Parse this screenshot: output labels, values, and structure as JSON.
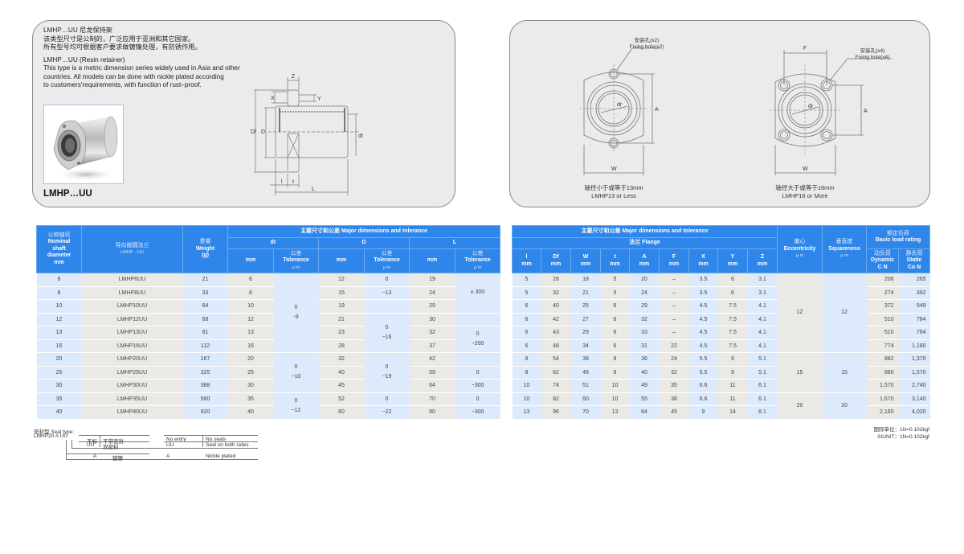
{
  "intro": {
    "cn_title": "LMHP…UU 尼龙保持架",
    "cn_line1": "该类型尺寸是公制的，广泛应用于亚洲和其它国家。",
    "cn_line2": "所有型号均可根据客户要求做镀镍处理，有防锈作用。",
    "en_title": "LMHP…UU (Resin retainer)",
    "en_line1": "This type is a metric dimension series widely used in Asia and other",
    "en_line2": "countries. All models can be done with nickle plated according",
    "en_line3": "to customers'requirements, with function of rust–proof."
  },
  "product_label": "LMHP…UU",
  "side_drawing": {
    "labels": {
      "z": "Z",
      "x": "X",
      "y": "Y",
      "df": "Df",
      "d": "D",
      "dr": "dr",
      "l_small": "l",
      "t": "t",
      "L": "L"
    }
  },
  "front_drawings": [
    {
      "hole_cn": "安装孔(x2)",
      "hole_en": "Fixing hole(x2)",
      "w": "W",
      "a": "A",
      "dr": "dr",
      "caption_cn": "轴径小于或等于13mm",
      "caption_en": "LMHP13 or Less"
    },
    {
      "hole_cn": "安装孔(x4)",
      "hole_en": "Fixing hole(x4)",
      "w": "W",
      "a": "A",
      "f": "F",
      "dr": "dr",
      "caption_cn": "轴径大于或等于16mm",
      "caption_en": "LMHP16 or More"
    }
  ],
  "left_table": {
    "h_shaft_cn": "公称轴径",
    "h_shaft_en1": "Nominal",
    "h_shaft_en2": "shaft",
    "h_shaft_en3": "diameter",
    "h_shaft_unit": "mm",
    "h_part_cn": "导向嵌圆法兰",
    "h_part_sub": "LMHP···UU",
    "h_weight_cn": "重量",
    "h_weight_en": "Weight",
    "h_weight_unit": "(g)",
    "h_major": "主要尺寸和公差  Major dimensions and tolerance",
    "h_dr": "dr",
    "h_D": "D",
    "h_L": "L",
    "h_mm": "mm",
    "h_tol_cn": "公差",
    "h_tol_en": "Tolerance",
    "h_tol_unit": "μ m",
    "rows": [
      {
        "shaft": "6",
        "part": "LMHP6UU",
        "weight": "21",
        "dr": "6",
        "D": "12",
        "L": "19"
      },
      {
        "shaft": "8",
        "part": "LMHP8UU",
        "weight": "33",
        "dr": "8",
        "D": "15",
        "L": "24"
      },
      {
        "shaft": "10",
        "part": "LMHP10UU",
        "weight": "64",
        "dr": "10",
        "D": "19",
        "L": "29"
      },
      {
        "shaft": "12",
        "part": "LMHP12UU",
        "weight": "68",
        "dr": "12",
        "D": "21",
        "L": "30"
      },
      {
        "shaft": "13",
        "part": "LMHP13UU",
        "weight": "81",
        "dr": "13",
        "D": "23",
        "L": "32"
      },
      {
        "shaft": "16",
        "part": "LMHP16UU",
        "weight": "112",
        "dr": "16",
        "D": "28",
        "L": "37"
      },
      {
        "shaft": "20",
        "part": "LMHP20UU",
        "weight": "167",
        "dr": "20",
        "D": "32",
        "L": "42"
      },
      {
        "shaft": "25",
        "part": "LMHP25UU",
        "weight": "325",
        "dr": "25",
        "D": "40",
        "L": "59"
      },
      {
        "shaft": "30",
        "part": "LMHP30UU",
        "weight": "388",
        "dr": "30",
        "D": "45",
        "L": "64"
      },
      {
        "shaft": "35",
        "part": "LMHP35UU",
        "weight": "580",
        "dr": "35",
        "D": "52",
        "L": "70"
      },
      {
        "shaft": "40",
        "part": "LMHP40UU",
        "weight": "920",
        "dr": "40",
        "D": "60",
        "L": "80"
      }
    ],
    "tol": {
      "dr_a": "0\n-9",
      "dr_b": "0\n−10",
      "dr_c": "0\n−12",
      "D_a1": "0",
      "D_a2": "−13",
      "D_b": "0\n−16",
      "D_c": "0\n−19",
      "D_d1": "0",
      "D_d2": "−22",
      "L_a": "± 300",
      "L_b": "0\n−200",
      "L_c1": "0",
      "L_c2": "−300",
      "L_d1": "0",
      "L_d2": "−300"
    }
  },
  "right_table": {
    "h_major": "主要尺寸和公差  Major dimensions and tolerance",
    "h_flange": "法兰  Flange",
    "cols": [
      "l",
      "Df",
      "W",
      "t",
      "A",
      "F",
      "X",
      "Y",
      "Z"
    ],
    "h_mm": "mm",
    "h_ecc_cn": "偏心",
    "h_ecc_en": "Eccentricity",
    "h_ecc_unit": "μ m",
    "h_sq_cn": "垂直度",
    "h_sq_en": "Squareness",
    "h_sq_unit": "μ m",
    "h_load_cn": "额定负荷",
    "h_load_en": "Basic load rating",
    "h_dyn_cn": "动负荷",
    "h_dyn_en": "Dynamic",
    "h_dyn_unit": "C N",
    "h_sta_cn": "静负荷",
    "h_sta_en": "Static",
    "h_sta_unit": "Co N",
    "rows": [
      {
        "l": "5",
        "Df": "28",
        "W": "18",
        "t": "5",
        "A": "20",
        "F": "–",
        "X": "3.5",
        "Y": "6",
        "Z": "3.1",
        "dyn": "206",
        "sta": "265"
      },
      {
        "l": "5",
        "Df": "32",
        "W": "21",
        "t": "5",
        "A": "24",
        "F": "–",
        "X": "3.5",
        "Y": "6",
        "Z": "3.1",
        "dyn": "274",
        "sta": "392"
      },
      {
        "l": "6",
        "Df": "40",
        "W": "25",
        "t": "6",
        "A": "29",
        "F": "–",
        "X": "4.5",
        "Y": "7.5",
        "Z": "4.1",
        "dyn": "372",
        "sta": "549"
      },
      {
        "l": "6",
        "Df": "42",
        "W": "27",
        "t": "6",
        "A": "32",
        "F": "–",
        "X": "4.5",
        "Y": "7.5",
        "Z": "4.1",
        "dyn": "510",
        "sta": "784"
      },
      {
        "l": "6",
        "Df": "43",
        "W": "29",
        "t": "6",
        "A": "33",
        "F": "–",
        "X": "4.5",
        "Y": "7.5",
        "Z": "4.1",
        "dyn": "510",
        "sta": "784"
      },
      {
        "l": "6",
        "Df": "48",
        "W": "34",
        "t": "6",
        "A": "31",
        "F": "22",
        "X": "4.5",
        "Y": "7.5",
        "Z": "4.1",
        "dyn": "774",
        "sta": "1,180"
      },
      {
        "l": "8",
        "Df": "54",
        "W": "38",
        "t": "8",
        "A": "36",
        "F": "24",
        "X": "5.5",
        "Y": "9",
        "Z": "5.1",
        "dyn": "882",
        "sta": "1,370"
      },
      {
        "l": "8",
        "Df": "62",
        "W": "46",
        "t": "8",
        "A": "40",
        "F": "32",
        "X": "5.5",
        "Y": "9",
        "Z": "5.1",
        "dyn": "980",
        "sta": "1,570"
      },
      {
        "l": "10",
        "Df": "74",
        "W": "51",
        "t": "10",
        "A": "49",
        "F": "35",
        "X": "6.6",
        "Y": "11",
        "Z": "6.1",
        "dyn": "1,570",
        "sta": "2,740"
      },
      {
        "l": "10",
        "Df": "82",
        "W": "60",
        "t": "10",
        "A": "55",
        "F": "38",
        "X": "6.6",
        "Y": "11",
        "Z": "6.1",
        "dyn": "1,670",
        "sta": "3,140"
      },
      {
        "l": "13",
        "Df": "96",
        "W": "70",
        "t": "13",
        "A": "64",
        "F": "45",
        "X": "9",
        "Y": "14",
        "Z": "8.1",
        "dyn": "2,160",
        "sta": "4,020"
      }
    ],
    "ecc": [
      "12",
      "15",
      "20"
    ],
    "sq": [
      "12",
      "15",
      "20"
    ]
  },
  "seal": {
    "title": "密封型 Seal type:",
    "code": "LMHP20 A UU",
    "rows": [
      {
        "code": "不标",
        "cn": "不带密封",
        "en_code": "No entry",
        "en": "No seals"
      },
      {
        "code": "UU",
        "cn": "双密封",
        "en_code": "UU",
        "en": "Seal on both sides"
      },
      {
        "code": "A",
        "cn": "镀镍",
        "en_code": "A",
        "en": "Nickle plated"
      }
    ]
  },
  "units": {
    "line1": "国际单位：1N=0.102kgf",
    "line2": "SIUNIT：1N=0.102kgf"
  }
}
